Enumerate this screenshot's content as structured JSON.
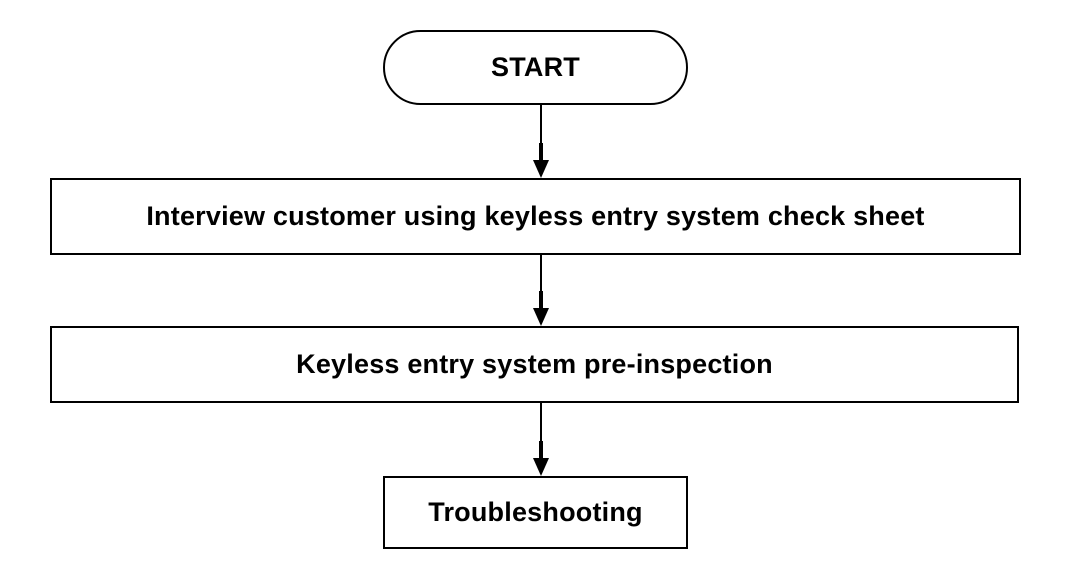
{
  "diagram": {
    "type": "flowchart",
    "direction": "top-down",
    "colors": {
      "stroke": "#000000",
      "fill": "#ffffff",
      "text": "#000000",
      "background": "#ffffff"
    },
    "nodes": [
      {
        "id": "start",
        "shape": "terminator",
        "label": "START"
      },
      {
        "id": "interview",
        "shape": "process",
        "label": "Interview customer using keyless entry system check sheet"
      },
      {
        "id": "pre-inspection",
        "shape": "process",
        "label": "Keyless entry system pre-inspection"
      },
      {
        "id": "troubleshooting",
        "shape": "process",
        "label": "Troubleshooting"
      }
    ],
    "edges": [
      {
        "from": "start",
        "to": "interview"
      },
      {
        "from": "interview",
        "to": "pre-inspection"
      },
      {
        "from": "pre-inspection",
        "to": "troubleshooting"
      }
    ]
  }
}
